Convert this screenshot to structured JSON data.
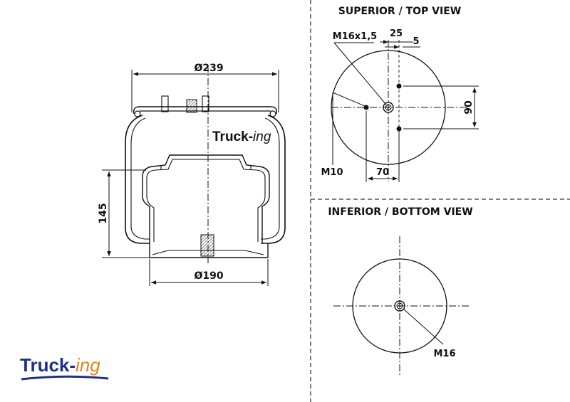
{
  "headings": {
    "top_view": "SUPERIOR / TOP VIEW",
    "bottom_view": "INFERIOR / BOTTOM VIEW"
  },
  "side_view": {
    "diameter_top": "Ø239",
    "diameter_bottom": "Ø190",
    "height": "145",
    "brand_main": "Truck-",
    "brand_suffix": "ing"
  },
  "top_view": {
    "thread": "M16x1,5",
    "offset_25": "25",
    "offset_5": "5",
    "spacing_90": "90",
    "hole": "M10",
    "spacing_70": "70"
  },
  "bottom_view": {
    "thread": "M16"
  },
  "logo": {
    "main": "Truck-",
    "suffix": "ing",
    "color_main": "#1f2f8a",
    "color_suffix": "#e0851f"
  }
}
